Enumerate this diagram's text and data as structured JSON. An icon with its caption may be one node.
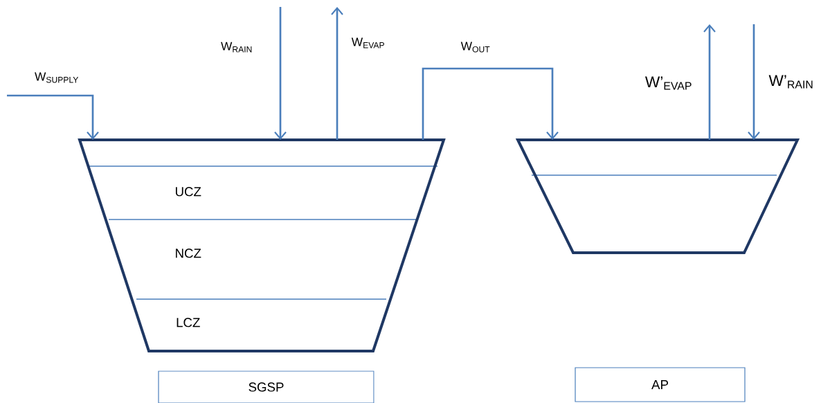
{
  "diagram": {
    "nodes": [
      {
        "text": [],
        "shape": "trapezoid"
      },
      {
        "text": [
          "UCZ"
        ],
        "in": 0
      },
      {
        "text": [
          "NCZ"
        ],
        "in": 0
      },
      {
        "text": [
          "LCZ"
        ],
        "in": 0
      },
      {
        "text": [],
        "shape": "trapezoid"
      },
      {
        "text": [
          "SGSP"
        ]
      },
      {
        "text": [
          "AP"
        ]
      }
    ],
    "edges": [
      {
        "from": null,
        "to": 0,
        "arrow": "to",
        "label": "W$_{SUPPLY}$"
      },
      {
        "from": null,
        "to": 0,
        "arrow": "to",
        "label": "W$_{RAIN}$"
      },
      {
        "from": 0,
        "to": null,
        "arrow": "to",
        "label": "W$_{EVAP}$"
      },
      {
        "from": 0,
        "to": 4,
        "arrow": "to",
        "label": "W$_{OUT}$"
      },
      {
        "from": 4,
        "to": null,
        "arrow": "to",
        "label": "W’$_{EVAP}$"
      },
      {
        "from": null,
        "to": 4,
        "arrow": "to",
        "label": "W’$_{RAIN}$"
      }
    ]
  }
}
